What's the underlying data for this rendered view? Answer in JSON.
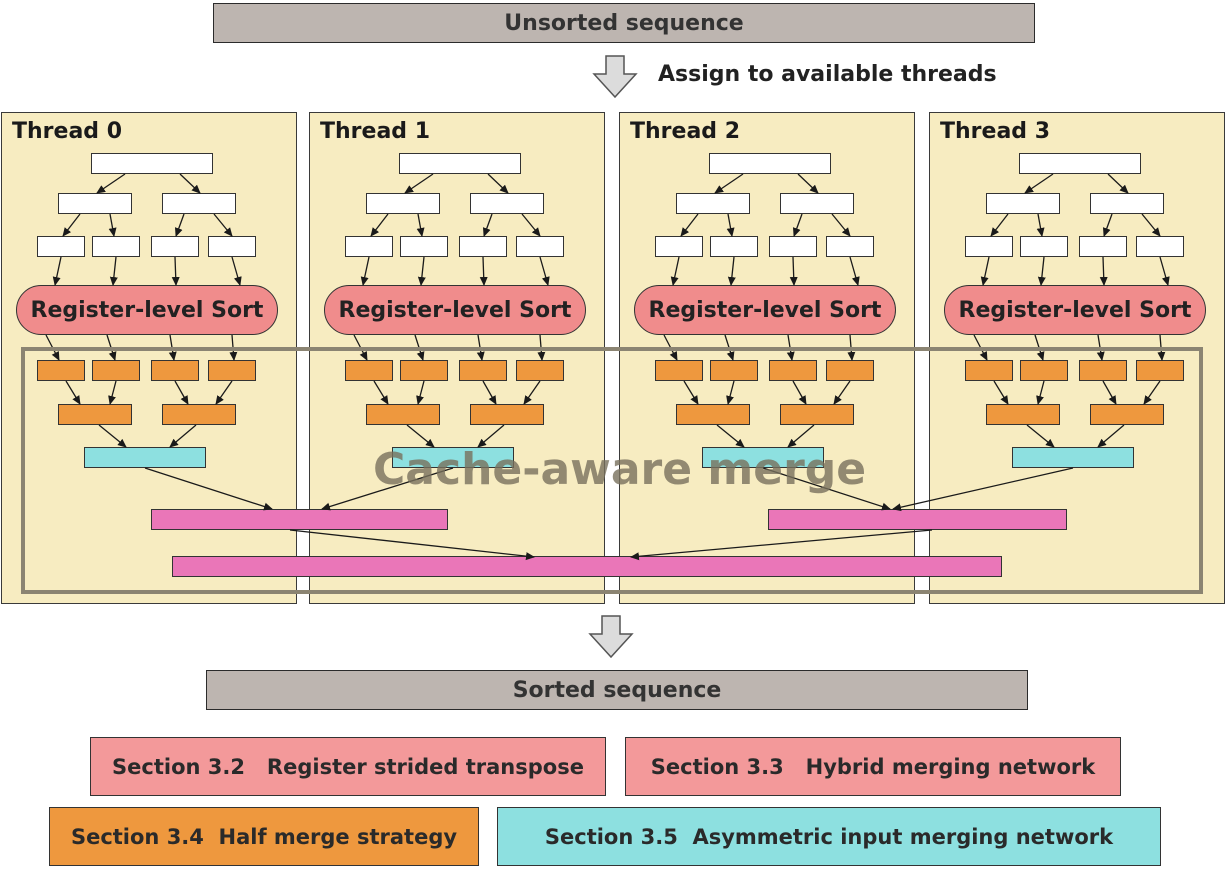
{
  "top_bar": {
    "label": "Unsorted sequence"
  },
  "assign_step": {
    "label": "Assign to available threads"
  },
  "threads": [
    {
      "title": "Thread 0",
      "sort_label": "Register-level Sort"
    },
    {
      "title": "Thread 1",
      "sort_label": "Register-level Sort"
    },
    {
      "title": "Thread 2",
      "sort_label": "Register-level Sort"
    },
    {
      "title": "Thread 3",
      "sort_label": "Register-level Sort"
    }
  ],
  "merge_region": {
    "label": "Cache-aware merge"
  },
  "bottom_bar": {
    "label": "Sorted sequence"
  },
  "legend": [
    {
      "label": "Section 3.2   Register strided transpose",
      "color": "#f3999a"
    },
    {
      "label": "Section 3.3   Hybrid merging network",
      "color": "#f3999a"
    },
    {
      "label": "Section 3.4  Half merge strategy",
      "color": "#ee983e"
    },
    {
      "label": "Section 3.5  Asymmetric input merging network",
      "color": "#8de0e0"
    }
  ],
  "colors": {
    "panel": "#f7ecc1",
    "sequence_bar": "#bdb5b0",
    "register_sort": "#f08c8c",
    "orange_block": "#ee983e",
    "cyan_block": "#8de0e0",
    "pink_block": "#ea76b8"
  }
}
